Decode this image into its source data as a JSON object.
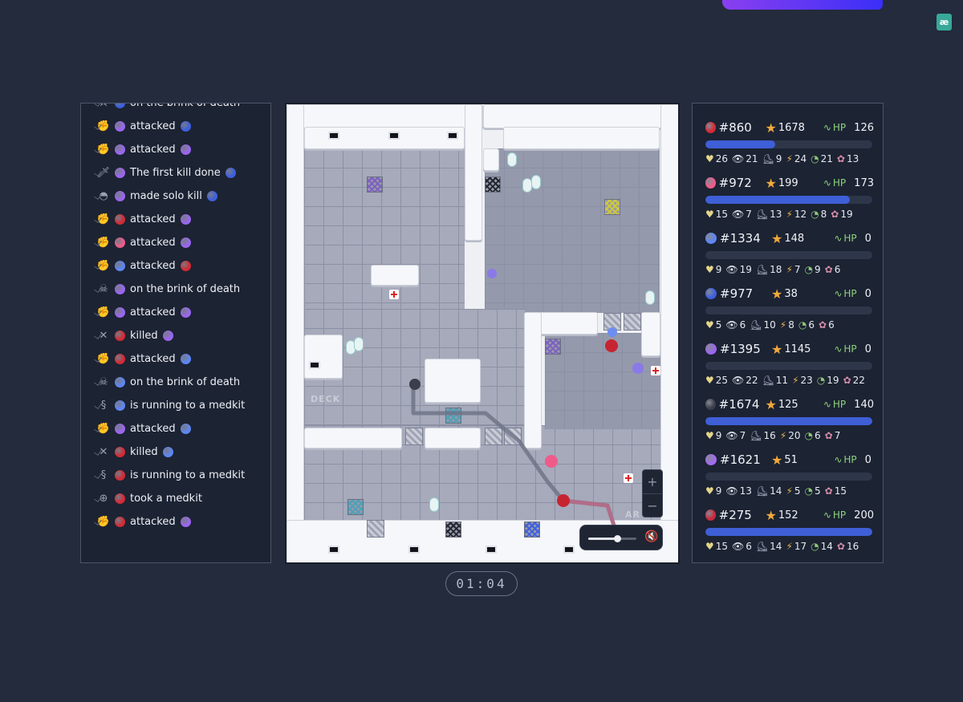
{
  "brand": {
    "logo_text": "æ",
    "accent": "#38a89a"
  },
  "timer": "01:04",
  "log": [
    {
      "icon": "sword-icon",
      "icon_glyph": "⚔",
      "actor": "#3d5fe0",
      "text": "on the brink of death",
      "target": ""
    },
    {
      "icon": "strike-icon",
      "icon_glyph": "✊",
      "actor": "#9a66f0",
      "text": "attacked",
      "target": "#3d5fe0"
    },
    {
      "icon": "strike-icon",
      "icon_glyph": "✊",
      "actor": "#9a66f0",
      "text": "attacked",
      "target": "#9a66f0"
    },
    {
      "icon": "dagger-icon",
      "icon_glyph": "🗡",
      "actor": "#9a66f0",
      "text": "The first kill done",
      "target": "#3d5fe0"
    },
    {
      "icon": "ninja-icon",
      "icon_glyph": "◓",
      "actor": "#9a66f0",
      "text": "made solo kill",
      "target": "#3d5fe0"
    },
    {
      "icon": "strike-icon",
      "icon_glyph": "✊",
      "actor": "#d42a35",
      "text": "attacked",
      "target": "#9a66f0"
    },
    {
      "icon": "strike-icon",
      "icon_glyph": "✊",
      "actor": "#ef5b8a",
      "text": "attacked",
      "target": "#9a66f0"
    },
    {
      "icon": "strike-icon",
      "icon_glyph": "✊",
      "actor": "#5e86f4",
      "text": "attacked",
      "target": "#d42a35"
    },
    {
      "icon": "skull-icon",
      "icon_glyph": "☠",
      "actor": "#9a66f0",
      "text": "on the brink of death",
      "target": ""
    },
    {
      "icon": "strike-icon",
      "icon_glyph": "✊",
      "actor": "#9a66f0",
      "text": "attacked",
      "target": "#9a66f0"
    },
    {
      "icon": "crossed-swords-icon",
      "icon_glyph": "✕",
      "actor": "#d42a35",
      "text": "killed",
      "target": "#9a66f0"
    },
    {
      "icon": "strike-icon",
      "icon_glyph": "✊",
      "actor": "#d42a35",
      "text": "attacked",
      "target": "#5e86f4"
    },
    {
      "icon": "skull-icon",
      "icon_glyph": "☠",
      "actor": "#5e86f4",
      "text": "on the brink of death",
      "target": ""
    },
    {
      "icon": "running-icon",
      "icon_glyph": "§",
      "actor": "#5e86f4",
      "text": "is running to a medkit",
      "target": ""
    },
    {
      "icon": "strike-icon",
      "icon_glyph": "✊",
      "actor": "#9a66f0",
      "text": "attacked",
      "target": "#5e86f4"
    },
    {
      "icon": "crossed-swords-icon",
      "icon_glyph": "✕",
      "actor": "#d42a35",
      "text": "killed",
      "target": "#5e86f4"
    },
    {
      "icon": "running-icon",
      "icon_glyph": "§",
      "actor": "#d42a35",
      "text": "is running to a medkit",
      "target": ""
    },
    {
      "icon": "medkit-icon",
      "icon_glyph": "⊕",
      "actor": "#d42a35",
      "text": "took a medkit",
      "target": ""
    },
    {
      "icon": "strike-icon",
      "icon_glyph": "✊",
      "actor": "#d42a35",
      "text": "attacked",
      "target": "#9a66f0"
    }
  ],
  "map": {
    "labels": {
      "deck": "DECK",
      "ar": "AR"
    },
    "zoom_in": "+",
    "zoom_out": "−",
    "volume": 0.6
  },
  "players": [
    {
      "id": "#860",
      "color": "#d42a35",
      "score": "1678",
      "hp_label": "HP",
      "hp": "126",
      "hp_frac": 0.42,
      "stats": [
        "26",
        "21",
        "9",
        "24",
        "21",
        "13"
      ]
    },
    {
      "id": "#972",
      "color": "#ef5b8a",
      "score": "199",
      "hp_label": "HP",
      "hp": "173",
      "hp_frac": 0.865,
      "stats": [
        "15",
        "7",
        "13",
        "12",
        "8",
        "19"
      ]
    },
    {
      "id": "#1334",
      "color": "#5e86f4",
      "score": "148",
      "hp_label": "HP",
      "hp": "0",
      "hp_frac": 0,
      "stats": [
        "9",
        "19",
        "18",
        "7",
        "9",
        "6"
      ]
    },
    {
      "id": "#977",
      "color": "#3d5fe0",
      "score": "38",
      "hp_label": "HP",
      "hp": "0",
      "hp_frac": 0,
      "stats": [
        "5",
        "6",
        "10",
        "8",
        "6",
        "6"
      ]
    },
    {
      "id": "#1395",
      "color": "#9a66f0",
      "score": "1145",
      "hp_label": "HP",
      "hp": "0",
      "hp_frac": 0,
      "stats": [
        "25",
        "22",
        "11",
        "23",
        "19",
        "22"
      ]
    },
    {
      "id": "#1674",
      "color": "#3b3f4c",
      "score": "125",
      "hp_label": "HP",
      "hp": "140",
      "hp_frac": 1.0,
      "stats": [
        "9",
        "7",
        "16",
        "20",
        "6",
        "7"
      ]
    },
    {
      "id": "#1621",
      "color": "#a46af2",
      "score": "51",
      "hp_label": "HP",
      "hp": "0",
      "hp_frac": 0,
      "stats": [
        "9",
        "13",
        "14",
        "5",
        "5",
        "15"
      ]
    },
    {
      "id": "#275",
      "color": "#c9283d",
      "score": "152",
      "hp_label": "HP",
      "hp": "200",
      "hp_frac": 1.0,
      "stats": [
        "15",
        "6",
        "14",
        "17",
        "14",
        "16"
      ]
    }
  ],
  "stat_icons": [
    "heart-icon",
    "eye-icon",
    "boot-icon",
    "bolt-icon",
    "gauge-icon",
    "clover-icon"
  ],
  "colors": {
    "background": "#232b3c",
    "hp_bar": "#3e5fd6",
    "star": "#f2a93b",
    "hp_text": "#8dd37a"
  }
}
